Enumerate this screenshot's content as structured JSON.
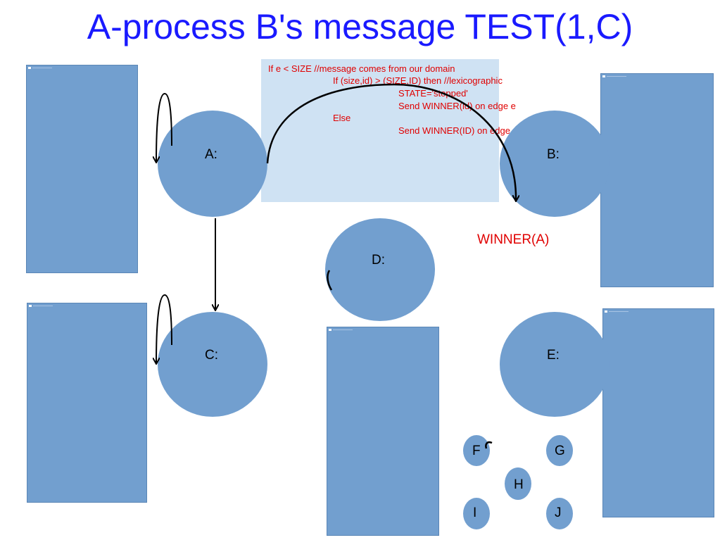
{
  "title": "A-process B's message TEST(1,C)",
  "code_lines": [
    "If e < SIZE //message comes from our domain",
    "If (size,id) > (SIZE,ID) then //lexicographic",
    "STATE='stopped'",
    "Send WINNER(id) on edge e",
    "Else",
    "Send WINNER(ID) on edge e"
  ],
  "nodes": {
    "a": "A:",
    "b": "B:",
    "c": "C:",
    "d": "D:",
    "e": "E:",
    "f": "F",
    "g": "G",
    "h": "H",
    "i": "I",
    "j": "J"
  },
  "message_label": "WINNER(A)",
  "colors": {
    "title": "#1a1aff",
    "node_fill": "#729fcf",
    "note_fill": "#cfe2f3",
    "code_text": "#e00000",
    "arrow": "#000000"
  }
}
